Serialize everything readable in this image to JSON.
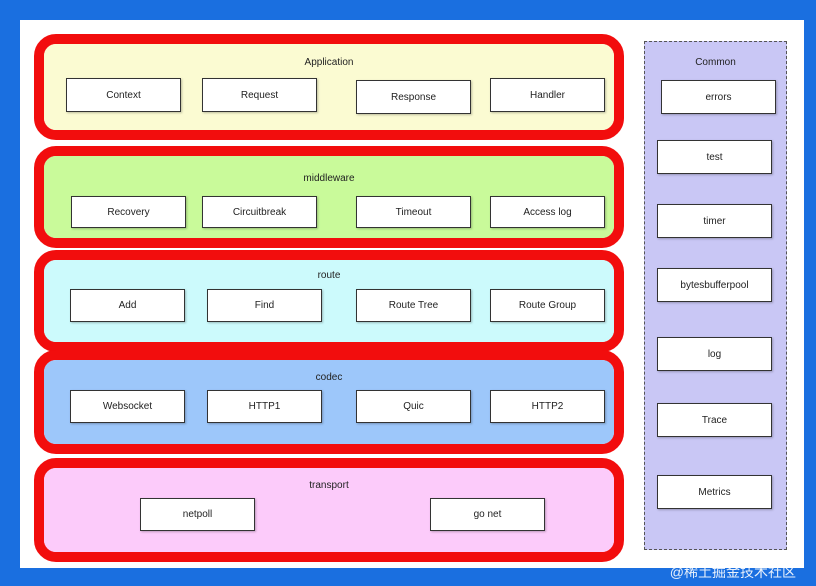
{
  "layers": {
    "application": {
      "title": "Application",
      "color": "#fbfbd2",
      "items": [
        "Context",
        "Request",
        "Response",
        "Handler"
      ]
    },
    "middleware": {
      "title": "middleware",
      "color": "#c9fa9a",
      "items": [
        "Recovery",
        "Circuitbreak",
        "Timeout",
        "Access log"
      ]
    },
    "route": {
      "title": "route",
      "color": "#ccfafc",
      "items": [
        "Add",
        "Find",
        "Route Tree",
        "Route Group"
      ]
    },
    "codec": {
      "title": "codec",
      "color": "#9dc7fa",
      "items": [
        "Websocket",
        "HTTP1",
        "Quic",
        "HTTP2"
      ]
    },
    "transport": {
      "title": "transport",
      "color": "#fccbfa",
      "items": [
        "netpoll",
        "go net"
      ]
    }
  },
  "common": {
    "title": "Common",
    "color": "#c9c7f5",
    "items": [
      "errors",
      "test",
      "timer",
      "bytesbufferpool",
      "log",
      "Trace",
      "Metrics"
    ]
  },
  "watermark": "@稀土掘金技术社区"
}
